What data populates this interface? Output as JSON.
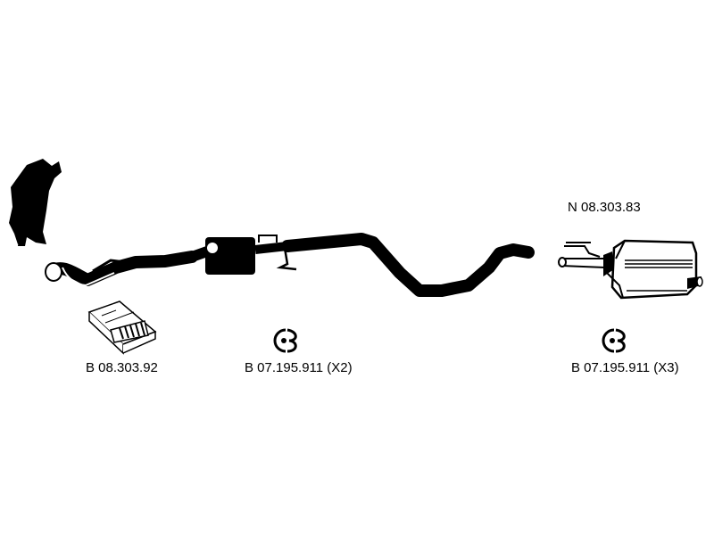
{
  "labels": {
    "rear_silencer_code": "N 08.303.83",
    "mounting_kit_code": "B 08.303.92",
    "hanger_mid_code": "B 07.195.911 (X2)",
    "hanger_rear_code": "B 07.195.911 (X3)"
  },
  "colors": {
    "ink": "#000000",
    "background": "#ffffff"
  }
}
